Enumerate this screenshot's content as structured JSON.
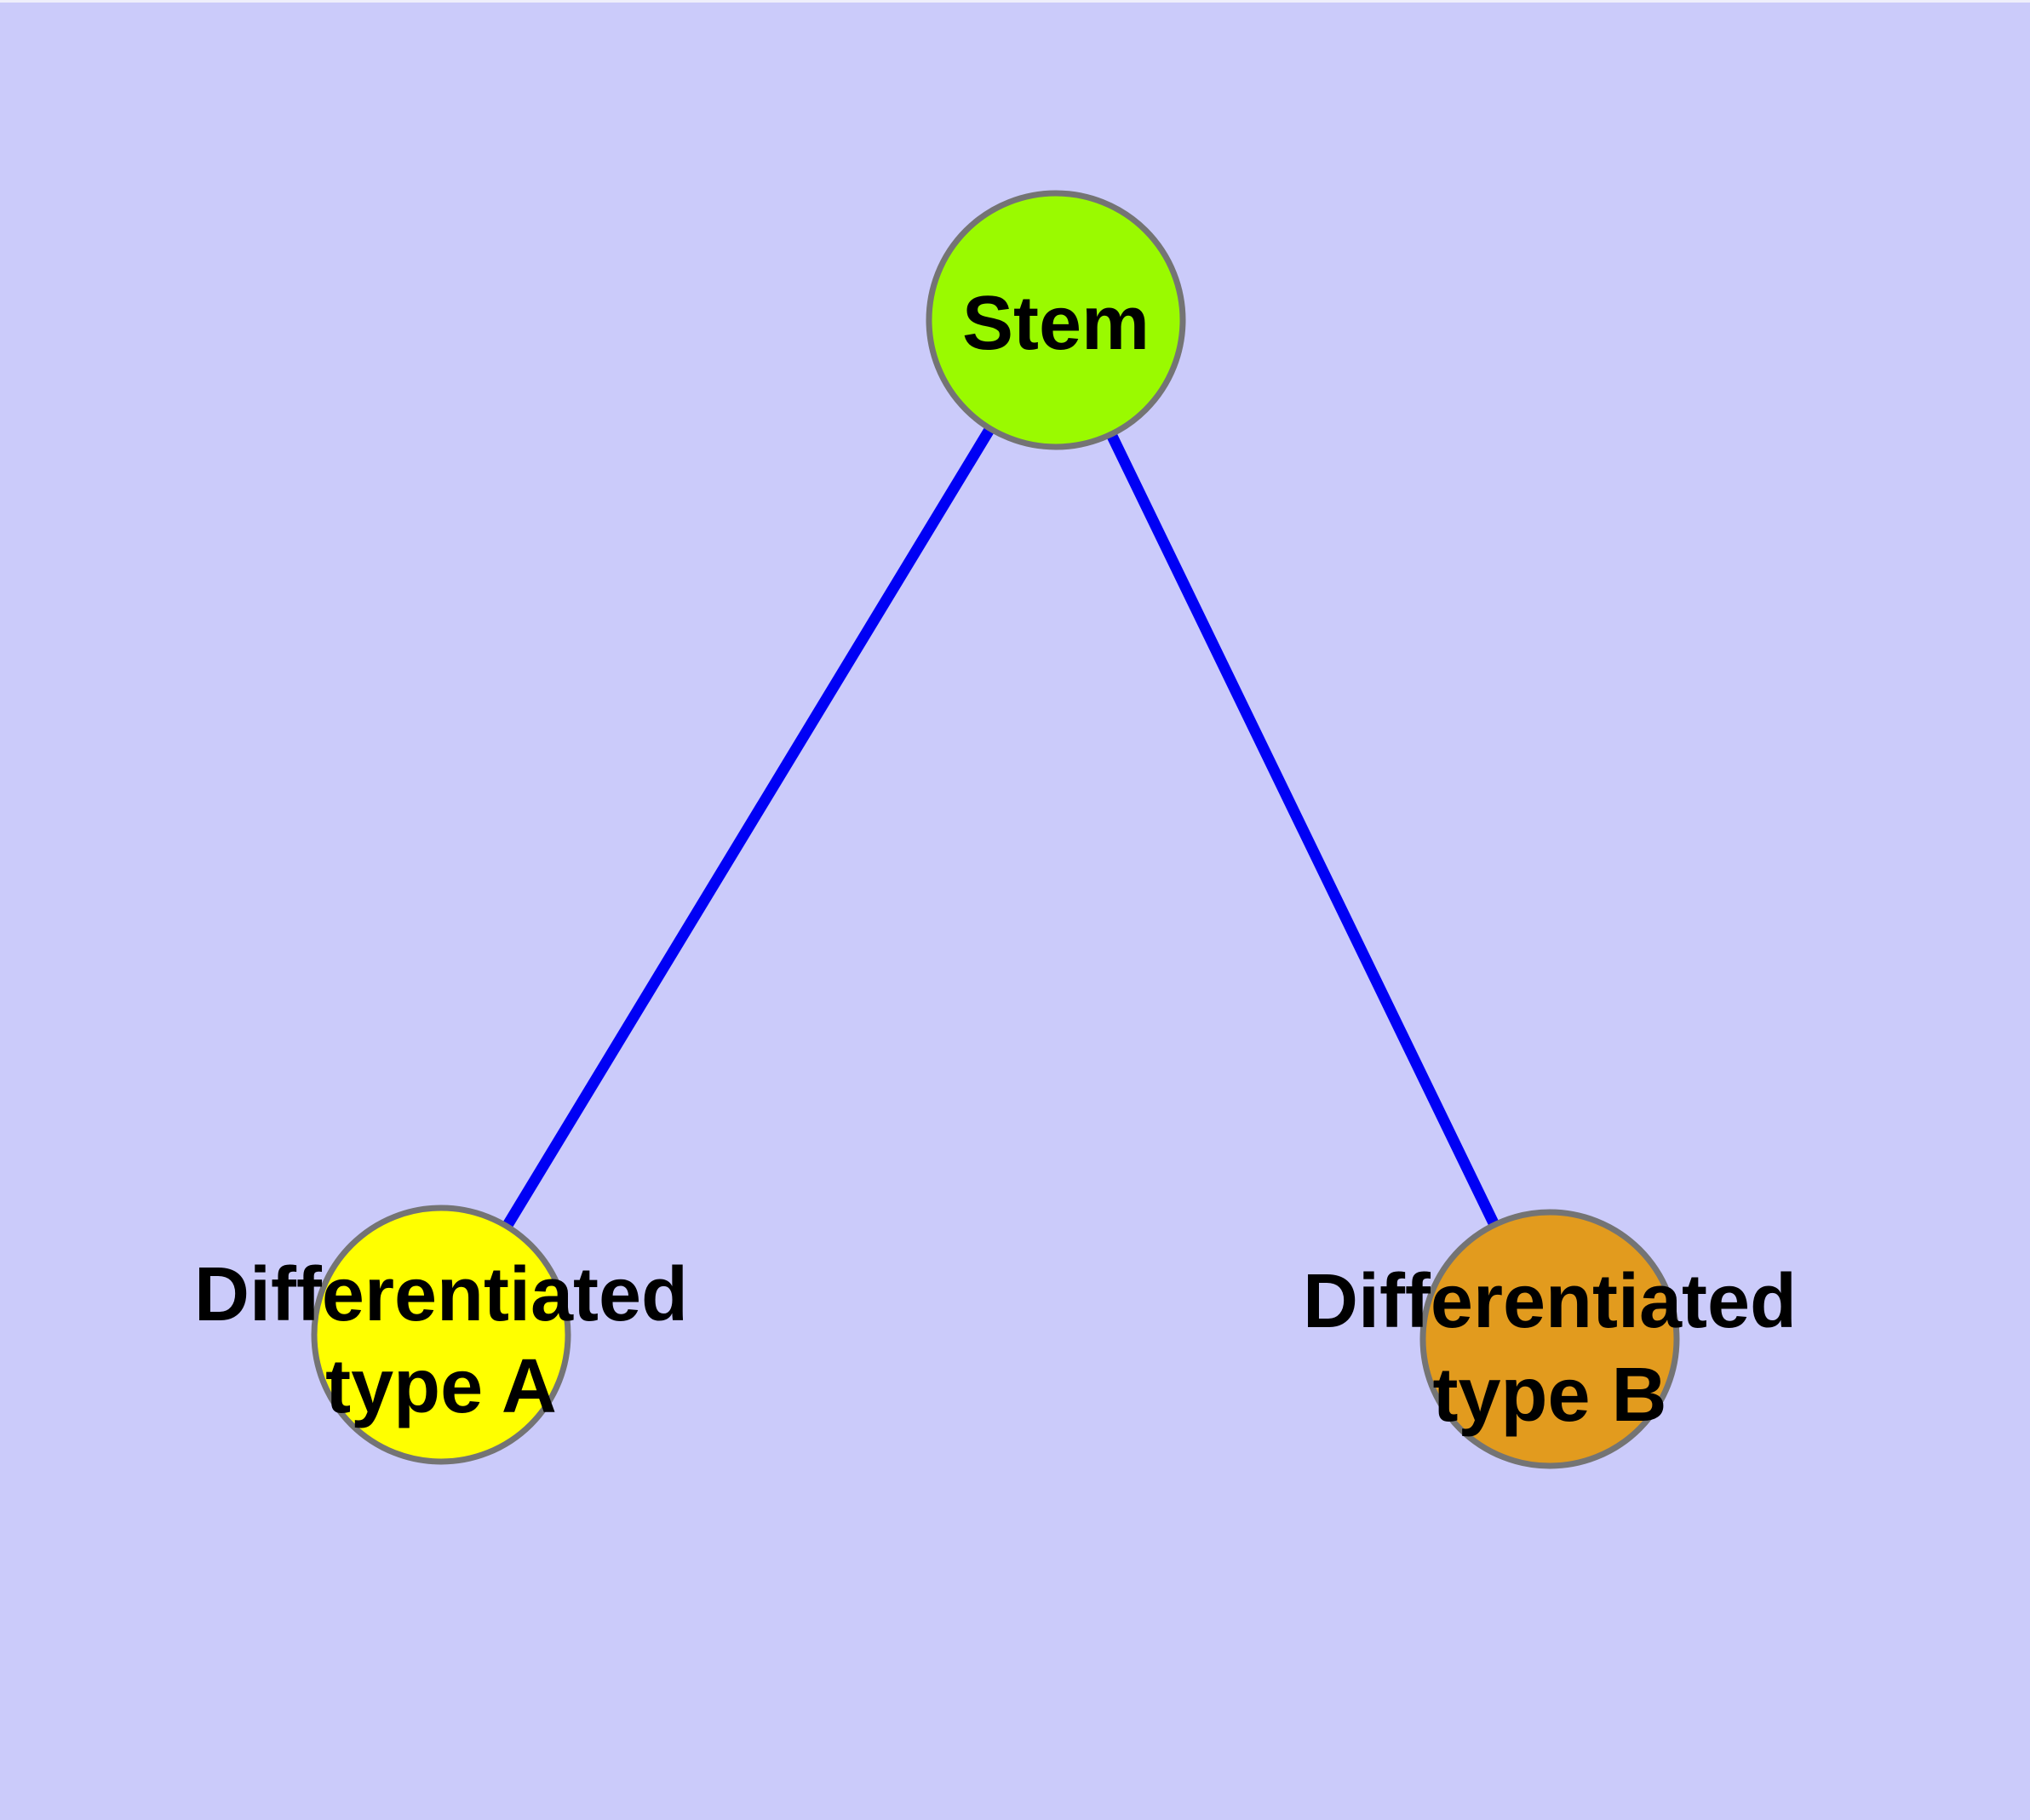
{
  "diagram": {
    "type": "graph",
    "description": "Cell differentiation tree: a Stem node connected to two differentiated cell type nodes"
  },
  "colors": {
    "background": "#cbcbfa",
    "edge": "#0000f5",
    "node_border": "#747474",
    "label_text": "#000000"
  },
  "nodes": {
    "stem": {
      "label": "Stem",
      "fill": "#9afa00"
    },
    "type_a": {
      "line1": "Differentiated",
      "line2": "type A",
      "fill": "#ffff00"
    },
    "type_b": {
      "line1": "Differentiated",
      "line2": "type B",
      "fill": "#e29b1e"
    }
  },
  "edges": [
    {
      "from": "Stem",
      "to": "Differentiated type A"
    },
    {
      "from": "Stem",
      "to": "Differentiated type B"
    }
  ]
}
